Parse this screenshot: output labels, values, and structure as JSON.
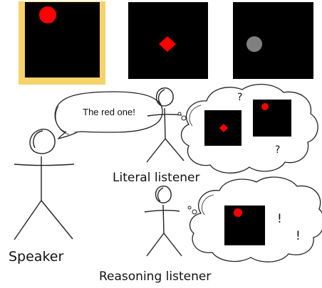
{
  "referents": [
    {
      "shape": "circle",
      "color": "#ff0000",
      "selected": true
    },
    {
      "shape": "diamond",
      "color": "#ff0000",
      "selected": false
    },
    {
      "shape": "circle",
      "color": "#808080",
      "selected": false
    }
  ],
  "speech_bubble": {
    "text": "The red one!"
  },
  "labels": {
    "speaker": "Speaker",
    "literal_listener": "Literal listener",
    "reasoning_listener": "Reasoning listener"
  },
  "literal_thought": {
    "marks": [
      "?",
      "?"
    ]
  },
  "reasoning_thought": {
    "marks": [
      "!",
      "!"
    ]
  },
  "colors": {
    "highlight": "#f7d26b",
    "panel": "#000000",
    "red": "#ff0000",
    "gray": "#808080",
    "ink": "#222222"
  }
}
